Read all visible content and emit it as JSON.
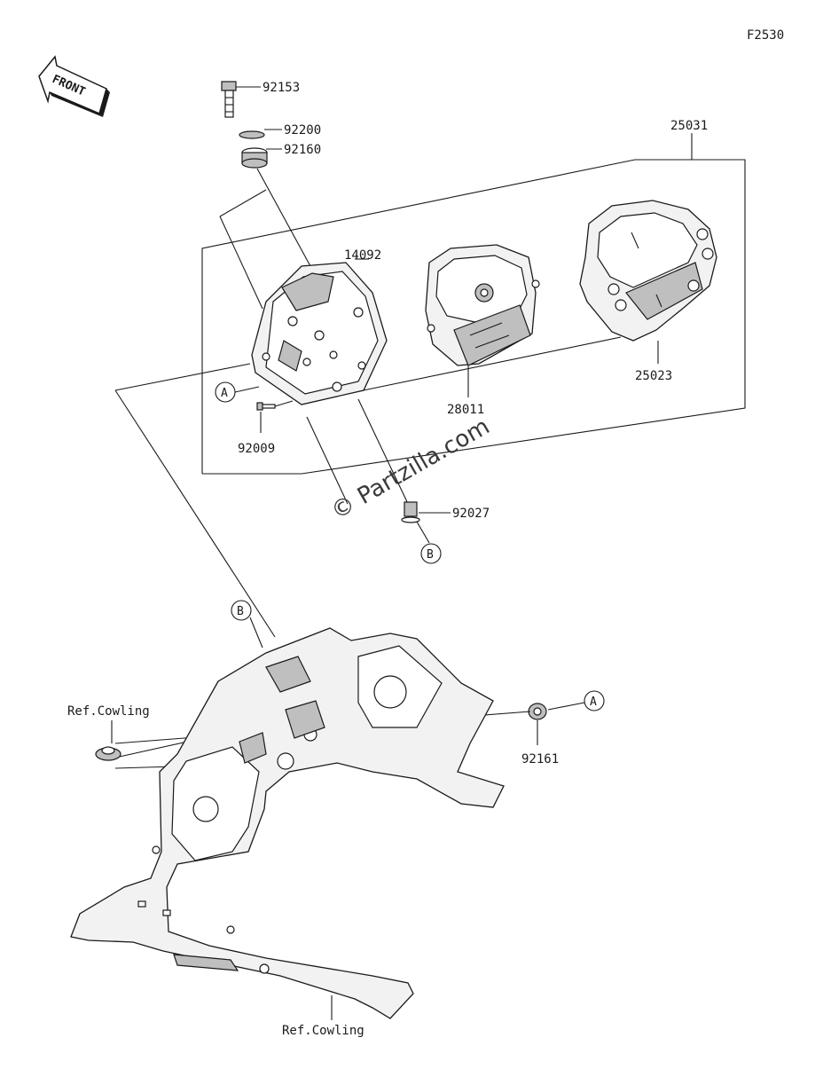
{
  "diagram": {
    "figure_code": "F2530",
    "front_arrow": "FRONT",
    "watermark": "© Partzilla.com",
    "callouts": {
      "A_upper": "A",
      "B_upper": "B",
      "B_lower": "B",
      "A_lower": "A"
    },
    "part_numbers": {
      "p92153": "92153",
      "p92200": "92200",
      "p92160": "92160",
      "p25031": "25031",
      "p14092": "14092",
      "p28011": "28011",
      "p25023": "25023",
      "p92009": "92009",
      "p92027": "92027",
      "p92161": "92161"
    },
    "references": {
      "ref_cowling_left": "Ref.Cowling",
      "ref_cowling_bottom": "Ref.Cowling"
    }
  }
}
